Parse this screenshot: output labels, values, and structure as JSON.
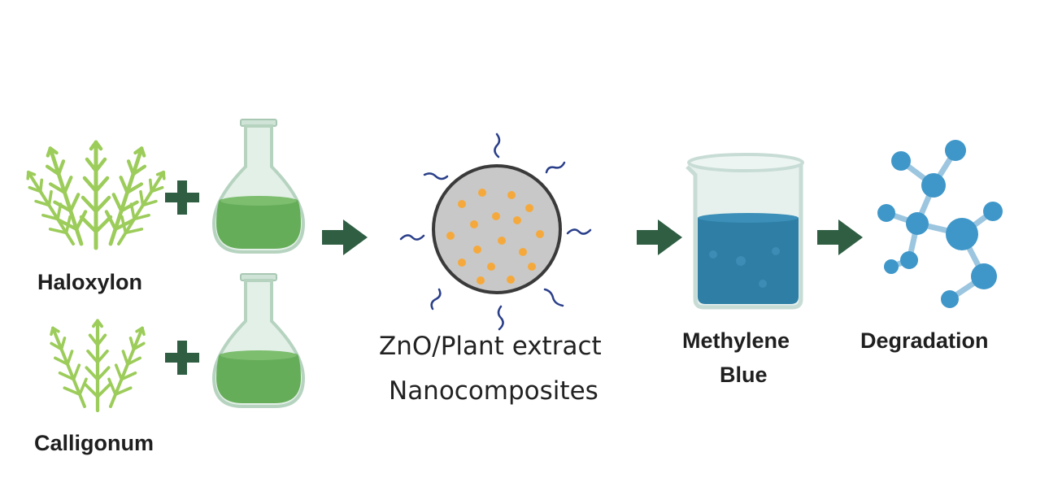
{
  "plants": [
    {
      "label": "Haloxylon",
      "icon": "plant-sprig-icon"
    },
    {
      "label": "Calligonum",
      "icon": "plant-sprig-icon"
    }
  ],
  "flask_icon": "erlenmeyer-flask-icon",
  "plus_icon": "plus-icon",
  "arrow_icon": "right-arrow-icon",
  "nanocomposite": {
    "line1": "ZnO/Plant extract",
    "line2": "Nanocomposites",
    "icon": "nanoparticle-sphere-icon"
  },
  "dye": {
    "line1": "Methylene",
    "line2": "Blue",
    "icon": "beaker-icon"
  },
  "result": {
    "label": "Degradation",
    "icon": "molecule-icon"
  },
  "colors": {
    "plant": "#9ccc5a",
    "extract": "#66ad5a",
    "arrow": "#2f5e43",
    "sphere": "#c8c8c8",
    "dots": "#f5a93c",
    "dye": "#2e7ea5",
    "molecule": "#3f97c9"
  }
}
